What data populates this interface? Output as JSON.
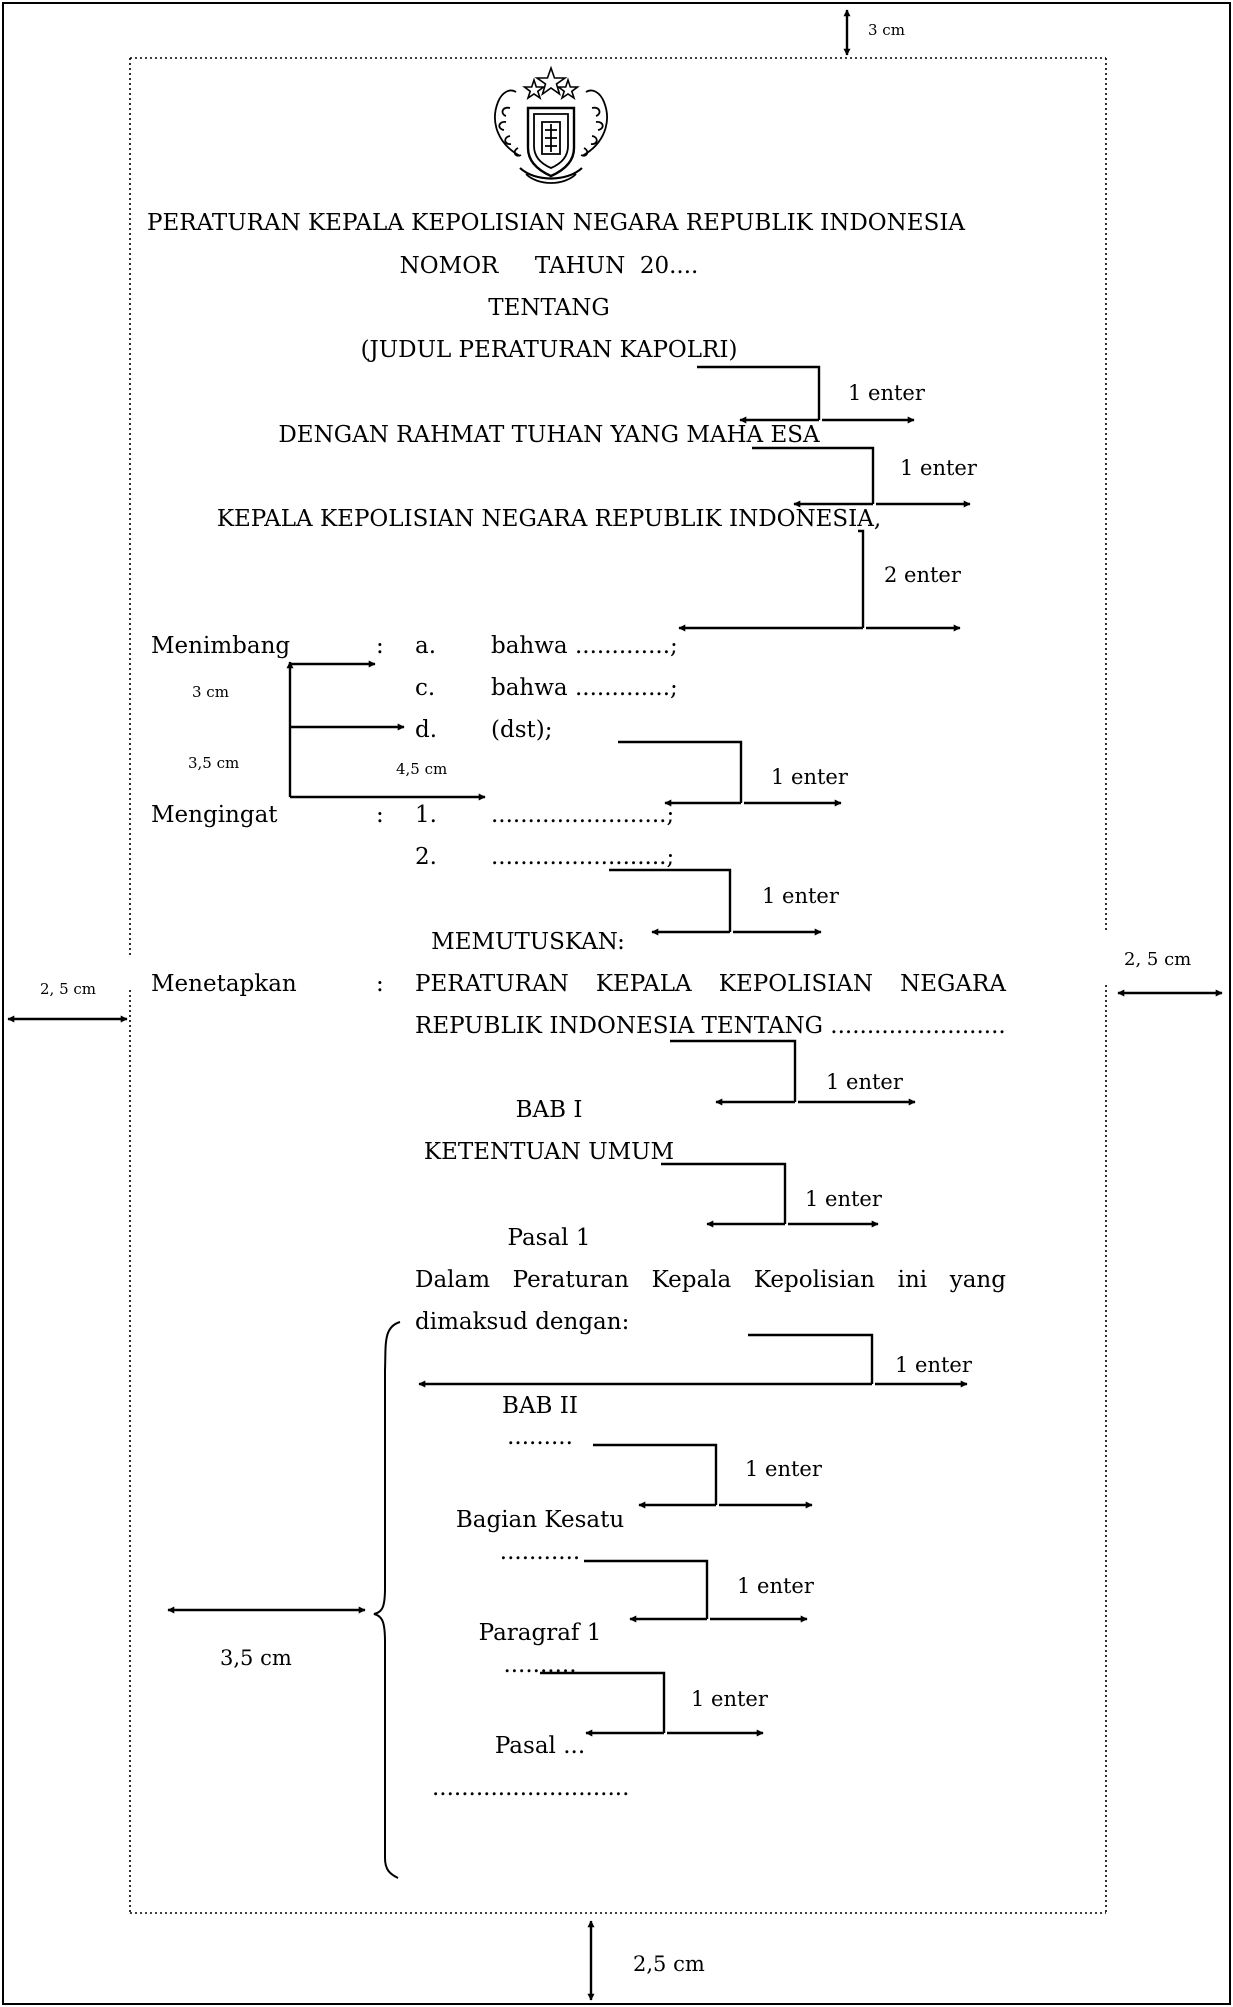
{
  "margins": {
    "top": "3 cm",
    "bottom": "2,5 cm",
    "left": "2, 5 cm",
    "right": "2, 5 cm"
  },
  "emblem": {
    "icon": "police-emblem-icon"
  },
  "heading": {
    "title": "PERATURAN KEPALA KEPOLISIAN NEGARA REPUBLIK INDONESIA",
    "nomor": "NOMOR     TAHUN  20....",
    "tentang": "TENTANG",
    "judul": "(JUDUL PERATURAN KAPOLRI)",
    "rahmat": "DENGAN RAHMAT TUHAN YANG MAHA ESA",
    "kepala": "KEPALA KEPOLISIAN NEGARA REPUBLIK INDONESIA,"
  },
  "spacing_labels": {
    "one_enter": "1 enter",
    "two_enter": "2 enter"
  },
  "indent_labels": {
    "three_cm": "3 cm",
    "three_half_cm": "3,5 cm",
    "four_half_cm": "4,5 cm",
    "brace_width": "3,5 cm"
  },
  "menimbang": {
    "label": "Menimbang",
    "colon": ":",
    "items": [
      {
        "marker": "a.",
        "text": "bahwa .............;"
      },
      {
        "marker": "c.",
        "text": "bahwa .............;"
      },
      {
        "marker": "d.",
        "text": "(dst);"
      }
    ]
  },
  "mengingat": {
    "label": "Mengingat",
    "colon": ":",
    "items": [
      {
        "marker": "1.",
        "text": "........................;"
      },
      {
        "marker": "2.",
        "text": "........................;"
      }
    ]
  },
  "memutuskan": "MEMUTUSKAN:",
  "menetapkan": {
    "label": "Menetapkan",
    "colon": ":",
    "line1_words": [
      "PERATURAN",
      "KEPALA",
      "KEPOLISIAN",
      "NEGARA"
    ],
    "line2": "REPUBLIK INDONESIA TENTANG ........................"
  },
  "body": {
    "bab1": "BAB I",
    "ketentuan": "KETENTUAN UMUM",
    "pasal1": "Pasal 1",
    "definition_words": [
      "Dalam",
      "Peraturan",
      "Kepala",
      "Kepolisian",
      "ini",
      "yang"
    ],
    "definition_line2": "dimaksud dengan:",
    "bab2": "BAB II",
    "bab2_dots": ".........",
    "bagian": "Bagian Kesatu",
    "bagian_dots": "...........",
    "paragraf": "Paragraf 1",
    "paragraf_dots": "..........",
    "pasal_n": "Pasal ...",
    "pasal_dots": "..........................."
  }
}
